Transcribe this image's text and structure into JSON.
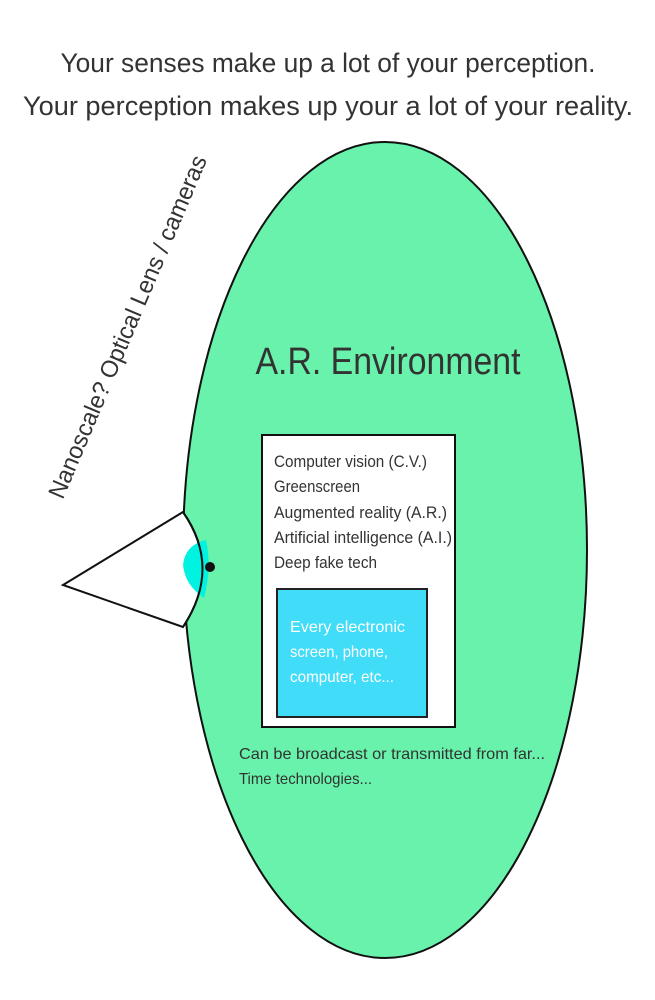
{
  "title_lines": [
    "Your senses make up a lot of your perception.",
    "Your perception makes up your a lot of your reality."
  ],
  "lens_label": "Nanoscale? Optical Lens / cameras",
  "environment": {
    "title": "A.R. Environment",
    "tech_list": [
      "Computer vision (C.V.)",
      "Greenscreen",
      "Augmented reality (A.R.)",
      "Artificial intelligence (A.I.)",
      "Deep fake tech"
    ],
    "screen_box_lines": [
      "Every electronic",
      "screen, phone,",
      "computer, etc..."
    ],
    "notes": [
      "Can be broadcast or transmitted from far...",
      "Time technologies..."
    ]
  },
  "colors": {
    "environment": "#68f2ab",
    "screen": "#40dcf8",
    "iris": "#00f2e0",
    "text": "#333333"
  }
}
